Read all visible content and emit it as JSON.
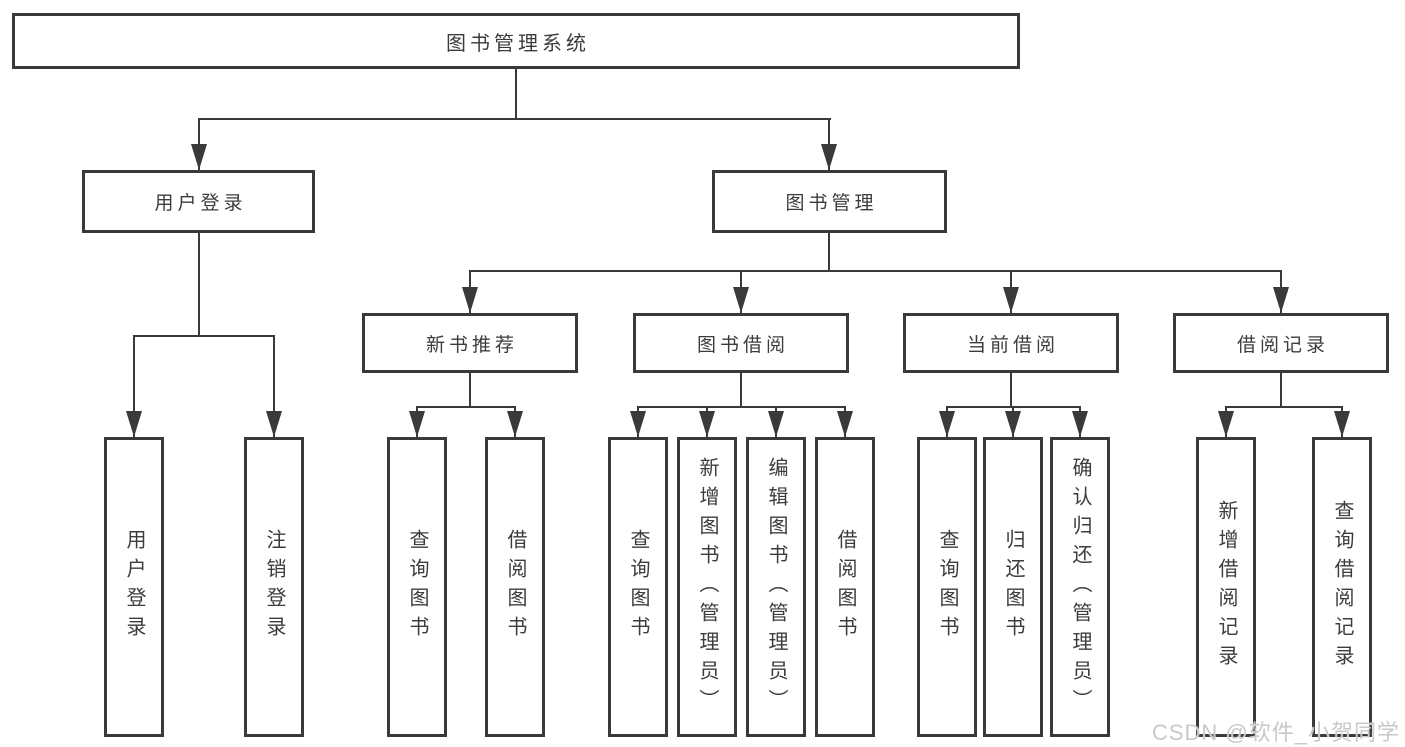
{
  "tree": {
    "root": {
      "label": "图书管理系统"
    },
    "branches": [
      {
        "label": "用户登录",
        "leaves": [
          {
            "label": "用户登录"
          },
          {
            "label": "注销登录"
          }
        ]
      },
      {
        "label": "图书管理",
        "groups": [
          {
            "label": "新书推荐",
            "leaves": [
              {
                "label": "查询图书"
              },
              {
                "label": "借阅图书"
              }
            ]
          },
          {
            "label": "图书借阅",
            "leaves": [
              {
                "label": "查询图书"
              },
              {
                "label": "新增图书（管理员）"
              },
              {
                "label": "编辑图书（管理员）"
              },
              {
                "label": "借阅图书"
              }
            ]
          },
          {
            "label": "当前借阅",
            "leaves": [
              {
                "label": "查询图书"
              },
              {
                "label": "归还图书"
              },
              {
                "label": "确认归还（管理员）"
              }
            ]
          },
          {
            "label": "借阅记录",
            "leaves": [
              {
                "label": "新增借阅记录"
              },
              {
                "label": "查询借阅记录"
              }
            ]
          }
        ]
      }
    ]
  },
  "watermark": {
    "text": "CSDN @软件_小贺同学"
  },
  "colors": {
    "line": "#3a3a3a",
    "text": "#3c3c3c",
    "watermark": "#c9c9c9",
    "background": "#ffffff"
  }
}
